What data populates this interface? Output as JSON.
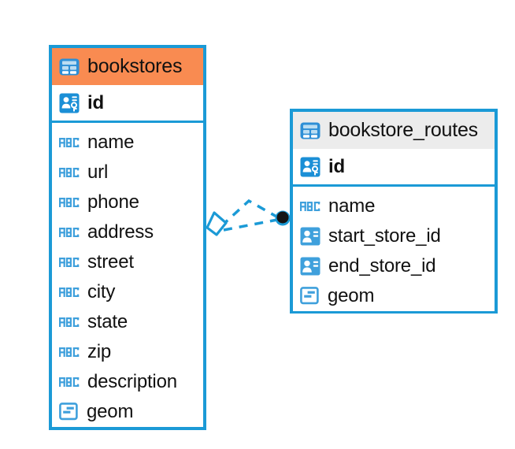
{
  "diagram": {
    "type": "entity-relationship-diagram",
    "background": "#FFFFFF",
    "accent_blue": "#1B9AD6",
    "accent_orange": "#F98B51",
    "accent_grey": "#ECECEC",
    "entities": [
      {
        "name": "bookstores",
        "header_style": "accent-orange",
        "table_icon": "table-icon",
        "primary_key": {
          "label": "id",
          "icon": "primary-key-icon",
          "type": "pk"
        },
        "fields": [
          {
            "label": "name",
            "icon": "text-abc-icon",
            "type": "text"
          },
          {
            "label": "url",
            "icon": "text-abc-icon",
            "type": "text"
          },
          {
            "label": "phone",
            "icon": "text-abc-icon",
            "type": "text"
          },
          {
            "label": "address",
            "icon": "text-abc-icon",
            "type": "text"
          },
          {
            "label": "street",
            "icon": "text-abc-icon",
            "type": "text"
          },
          {
            "label": "city",
            "icon": "text-abc-icon",
            "type": "text"
          },
          {
            "label": "state",
            "icon": "text-abc-icon",
            "type": "text"
          },
          {
            "label": "zip",
            "icon": "text-abc-icon",
            "type": "text"
          },
          {
            "label": "description",
            "icon": "text-abc-icon",
            "type": "text"
          },
          {
            "label": "geom",
            "icon": "geometry-icon",
            "type": "geometry"
          }
        ]
      },
      {
        "name": "bookstore_routes",
        "header_style": "accent-grey",
        "table_icon": "table-icon",
        "primary_key": {
          "label": "id",
          "icon": "primary-key-icon",
          "type": "pk"
        },
        "fields": [
          {
            "label": "name",
            "icon": "text-abc-icon",
            "type": "text"
          },
          {
            "label": "start_store_id",
            "icon": "foreign-key-icon",
            "type": "fk"
          },
          {
            "label": "end_store_id",
            "icon": "foreign-key-icon",
            "type": "fk"
          },
          {
            "label": "geom",
            "icon": "geometry-icon",
            "type": "geometry"
          }
        ]
      }
    ],
    "relationship": {
      "style": "dashed",
      "color": "#1B9AD6",
      "source_marker": "diamond-marker",
      "target_marker": "circle-anchor-marker",
      "from": "bookstores",
      "to": "bookstore_routes"
    }
  }
}
